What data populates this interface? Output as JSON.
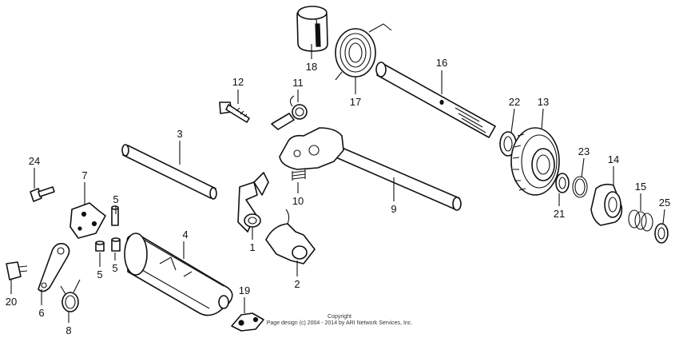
{
  "labels": {
    "n1": "1",
    "n2": "2",
    "n3": "3",
    "n4": "4",
    "n5a": "5",
    "n5b": "5",
    "n5c": "5",
    "n6": "6",
    "n7": "7",
    "n8": "8",
    "n9": "9",
    "n10": "10",
    "n11": "11",
    "n12": "12",
    "n13": "13",
    "n14": "14",
    "n15": "15",
    "n16": "16",
    "n17": "17",
    "n18": "18",
    "n19": "19",
    "n20": "20",
    "n21": "21",
    "n22": "22",
    "n23": "23",
    "n24": "24",
    "n25": "25"
  },
  "copyright": {
    "line1": "Copyright",
    "line2": "Page design (c) 2004 - 2014 by ARI Network Services, Inc."
  }
}
